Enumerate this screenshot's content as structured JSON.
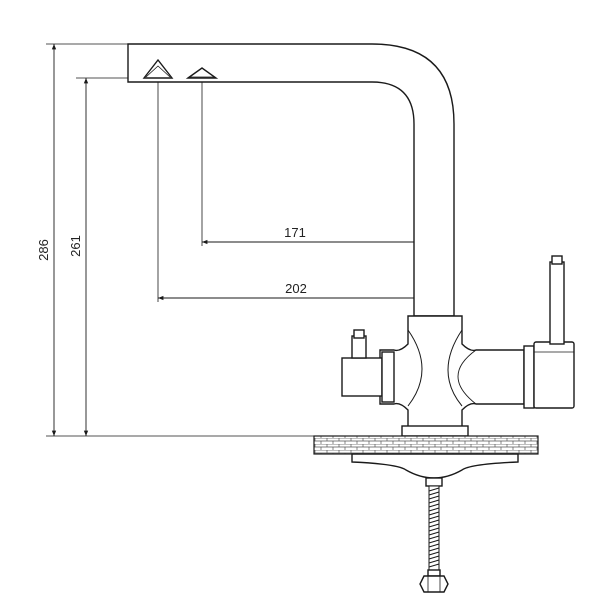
{
  "dimensions": {
    "total_height": "286",
    "spout_height": "261",
    "reach_inner": "171",
    "reach_outer": "202"
  },
  "colors": {
    "line": "#1a1a1a",
    "text": "#222222",
    "countertop": "#888888",
    "background": "#ffffff"
  }
}
